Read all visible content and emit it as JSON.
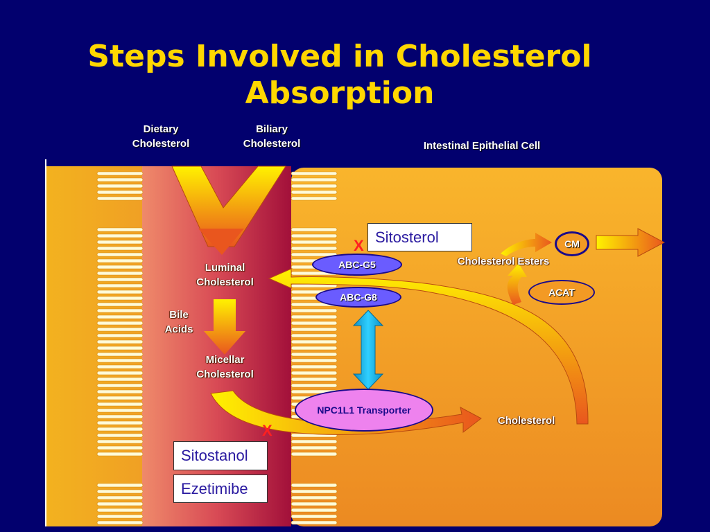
{
  "title": {
    "line1": "Steps Involved in Cholesterol",
    "line2": "Absorption"
  },
  "headers": {
    "dietary": [
      "Dietary",
      "Cholesterol"
    ],
    "biliary": [
      "Biliary",
      "Cholesterol"
    ],
    "cell": "Intestinal Epithelial Cell"
  },
  "labels": {
    "luminal": [
      "Luminal",
      "Cholesterol"
    ],
    "bile": [
      "Bile",
      "Acids"
    ],
    "micellar": [
      "Micellar",
      "Cholesterol"
    ],
    "cholesterol": "Cholesterol",
    "esters": "Cholesterol Esters"
  },
  "ovals": {
    "abcg5": "ABC-G5",
    "abcg8": "ABC-G8",
    "npc1l1": "NPC1L1 Transporter",
    "acat": "ACAT",
    "cm": "CM"
  },
  "boxes": {
    "sitosterol": "Sitosterol",
    "sitostanol": "Sitostanol",
    "ezetimibe": "Ezetimibe"
  },
  "marks": {
    "block": "X"
  },
  "colors": {
    "background": "#02006e",
    "title": "#ffd700",
    "cell": "#f5a623",
    "lumen": "#d8434f",
    "block_mark": "#ff2020",
    "transporter": "#ee82ee",
    "abc": "#6a6aff"
  }
}
